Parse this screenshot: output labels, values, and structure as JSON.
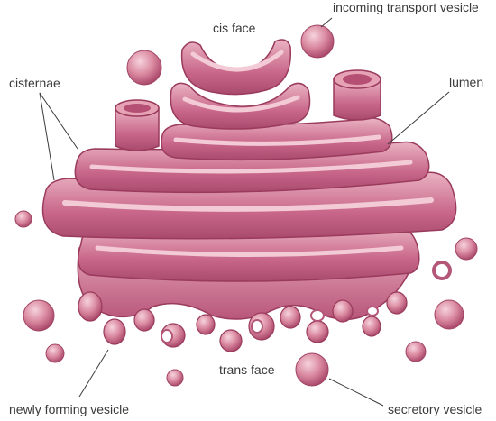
{
  "labels": {
    "cis_face": "cis face",
    "incoming_transport_vesicle": "incoming transport vesicle",
    "cisternae": "cisternae",
    "lumen": "lumen",
    "trans_face": "trans face",
    "newly_forming_vesicle": "newly forming vesicle",
    "secretory_vesicle": "secretory vesicle"
  },
  "colors": {
    "membrane": "#c05a7a",
    "membrane_light": "#e8a5b8",
    "lumen": "#f3cbd6",
    "shadow": "#93304f"
  }
}
